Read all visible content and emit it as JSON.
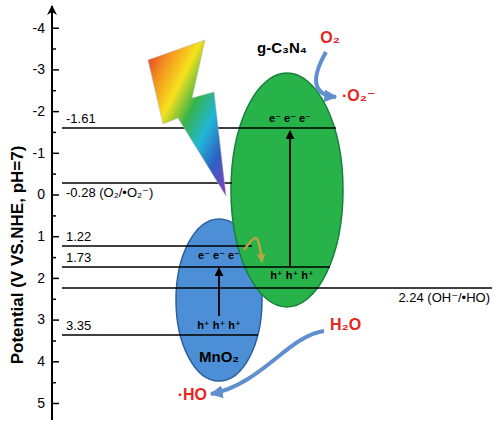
{
  "diagram": {
    "nodes": [
      {
        "text": [
          "g-C₃N₄",
          "e⁻ e⁻ e⁻",
          "h⁺ h⁺ h⁺"
        ]
      },
      {
        "text": [
          "e⁻ e⁻ e⁻",
          "h⁺ h⁺ h⁺",
          "MnO₂"
        ]
      }
    ],
    "edges": [
      {
        "from": 1,
        "to": 0,
        "arrow": "to"
      }
    ],
    "labels": [
      "Potential (V VS.NHE, pH=7)",
      "-4",
      "-3",
      "-2",
      "-1",
      "0",
      "1",
      "2",
      "3",
      "4",
      "5",
      "-1.61",
      "-0.28 (O₂/•O₂⁻)",
      "1.22",
      "1.73",
      "2.24 (OH⁻/•HO)",
      "3.35",
      "O₂",
      "·O₂⁻",
      "H₂O",
      "·HO"
    ]
  }
}
